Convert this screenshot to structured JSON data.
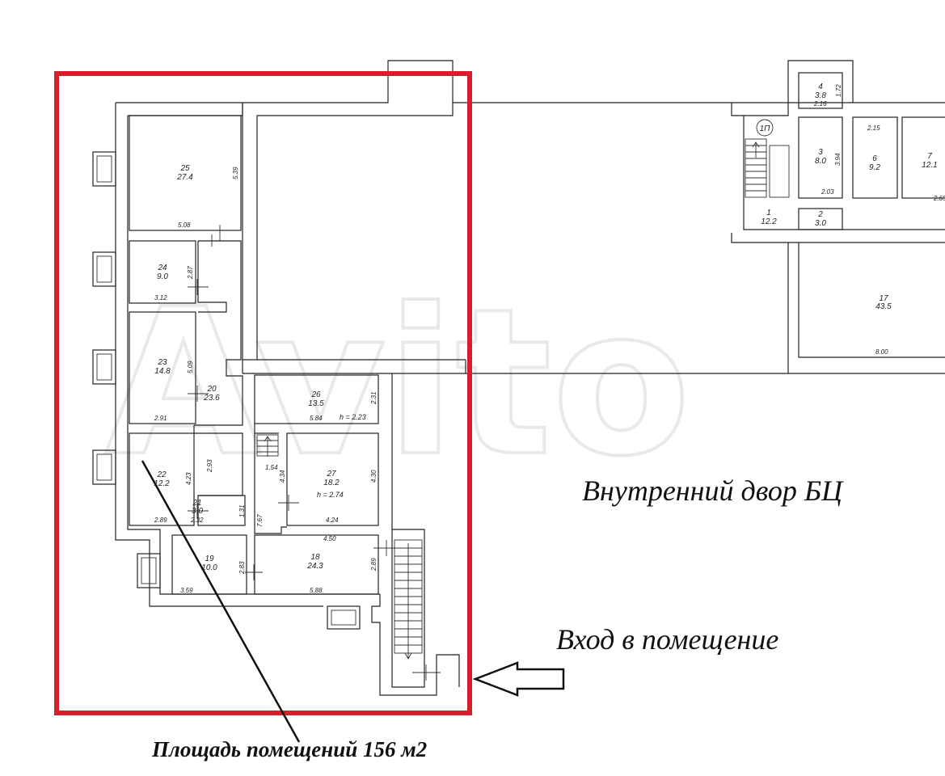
{
  "watermark": "Avito",
  "rooms": [
    {
      "num": "25",
      "area": "27.4",
      "dims": [
        "5.39",
        "5.08"
      ]
    },
    {
      "num": "24",
      "area": "9.0",
      "dims": [
        "2.87",
        "3.12"
      ]
    },
    {
      "num": "23",
      "area": "14.8",
      "dims": [
        "5.09",
        "2.91"
      ]
    },
    {
      "num": "22",
      "area": "12.2",
      "dims": [
        "4.23",
        "2.89"
      ]
    },
    {
      "num": "21",
      "area": "3.0",
      "dims": [
        "1.31",
        "2.32"
      ]
    },
    {
      "num": "20",
      "area": "23.6",
      "dims": [
        "2.93"
      ]
    },
    {
      "num": "19",
      "area": "10.0",
      "dims": [
        "2.83",
        "3.59"
      ]
    },
    {
      "num": "18",
      "area": "24.3",
      "dims": [
        "2.89",
        "5.88",
        "4.50"
      ]
    },
    {
      "num": "27",
      "area": "18.2",
      "dims": [
        "4.30",
        "4.24",
        "4.34"
      ],
      "height": "h = 2.74"
    },
    {
      "num": "26",
      "area": "13.5",
      "dims": [
        "2.31",
        "5.84"
      ],
      "height": "h = 2.23"
    },
    {
      "num": "1",
      "area": "12.2",
      "dims": []
    },
    {
      "num": "2",
      "area": "3.0",
      "dims": [
        "2.03"
      ]
    },
    {
      "num": "3",
      "area": "8.0",
      "dims": [
        "3.94"
      ]
    },
    {
      "num": "4",
      "area": "3.8",
      "dims": [
        "1.72",
        "2.16"
      ]
    },
    {
      "num": "6",
      "area": "9.2",
      "dims": [
        "2.15"
      ]
    },
    {
      "num": "7",
      "area": "12.1",
      "dims": [
        "2.65"
      ]
    },
    {
      "num": "17",
      "area": "43.5",
      "dims": [
        "8.00"
      ]
    }
  ],
  "stair_marker": "1П",
  "misc_dims": [
    "7.67",
    "1.54"
  ],
  "captions": {
    "courtyard": "Внутренний двор БЦ",
    "entrance": "Вход в помещение",
    "total_area": "Площадь помещений 156 м2"
  },
  "colors": {
    "highlight": "#d4202c",
    "walls": "#222222",
    "background": "#ffffff"
  }
}
